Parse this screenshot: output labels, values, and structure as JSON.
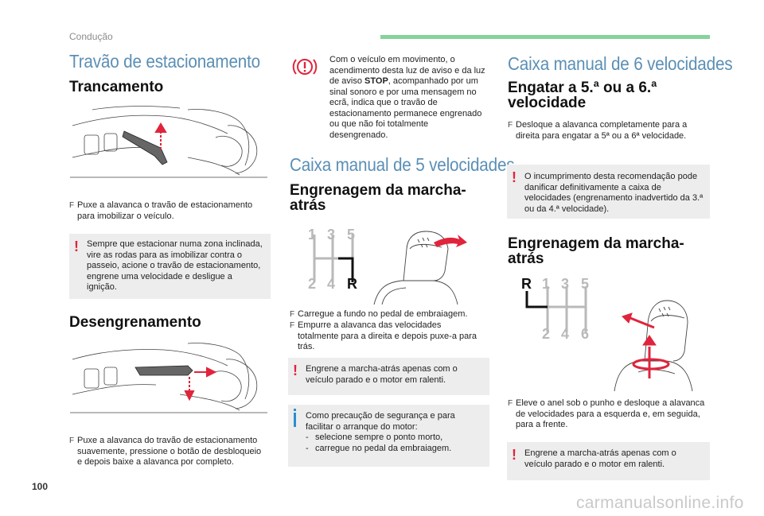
{
  "header": {
    "section": "Condução"
  },
  "col1": {
    "title": "Travão de estacionamento",
    "lock_heading": "Trancamento",
    "lock_bullet": "Puxe a alavanca o travão de estacionamento para imobilizar o veículo.",
    "lock_warning": "Sempre que estacionar numa zona inclinada, vire as rodas para as imobilizar contra o passeio, acione o travão de estacionamento, engrene uma velocidade e desligue a ignição.",
    "release_heading": "Desengrenamento",
    "release_bullet": "Puxe a alavanca do travão de estacionamento suavemente, pressione o botão de desbloqueio e depois baixe a alavanca por completo."
  },
  "col2": {
    "stop_warning": "Com o veículo em movimento, o acendimento desta luz de aviso e da luz de aviso STOP, acompanhado por um sinal sonoro e por uma mensagem no ecrã, indica que o travão de estacionamento permanece engrenado ou que não foi totalmente desengrenado.",
    "title": "Caixa manual de 5 velocidades",
    "reverse_heading": "Engrenagem da marcha-atrás",
    "gear_top": [
      "1",
      "3",
      "5"
    ],
    "gear_bottom": [
      "2",
      "4",
      "R"
    ],
    "bullets": [
      "Carregue a fundo no pedal de embraiagem.",
      "Empurre a alavanca das velocidades totalmente para a direita e depois puxe-a para trás."
    ],
    "reverse_warning": "Engrene a marcha-atrás apenas com o veículo parado e o motor em ralenti.",
    "info_intro": "Como precaução de segurança e para facilitar o arranque do motor:",
    "info_items": [
      "selecione sempre o ponto morto,",
      "carregue no pedal da embraiagem."
    ]
  },
  "col3": {
    "title": "Caixa manual de 6 velocidades",
    "engage_heading": "Engatar a 5.ª ou a 6.ª velocidade",
    "engage_bullet": "Desloque a alavanca completamente para a direita para engatar a 5ª ou a 6ª velocidade.",
    "engage_warning": "O incumprimento desta recomendação pode danificar definitivamente a caixa de velocidades (engrenamento inadvertido da 3.ª ou da 4.ª velocidade).",
    "reverse_heading": "Engrenagem da marcha-atrás",
    "gear_top": [
      "R",
      "1",
      "3",
      "5"
    ],
    "gear_bottom": [
      "2",
      "4",
      "6"
    ],
    "reverse_bullet": "Eleve o anel sob o punho e desloque a alavanca de velocidades para a esquerda e, em seguida, para a frente.",
    "reverse_warning": "Engrene a marcha-atrás apenas com o veículo parado e o motor em ralenti."
  },
  "footer": {
    "page_number": "100",
    "watermark": "carmanualsonline.info"
  },
  "colors": {
    "title_blue": "#5b8fb5",
    "accent_green": "#86d39a",
    "warning_red": "#e0243c",
    "info_blue": "#2a8fd0",
    "note_gray": "#ededed",
    "gear_gray": "#b9b9b9"
  }
}
